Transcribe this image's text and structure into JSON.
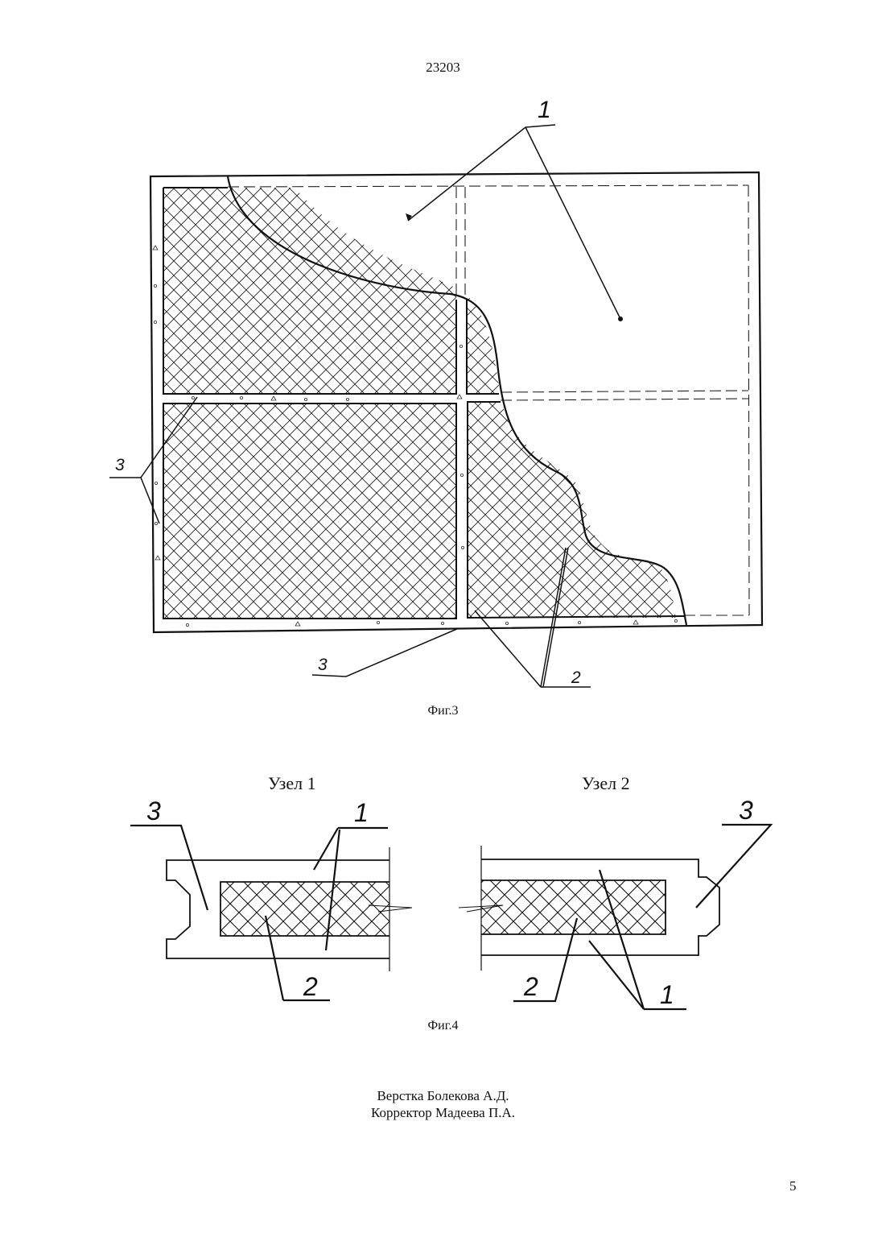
{
  "header": {
    "document_number": "23203"
  },
  "figure3": {
    "caption": "Фиг.3",
    "labels": {
      "panel": "1",
      "insulation": "2",
      "frame_left": "3",
      "frame_bottom": "3"
    }
  },
  "figure4": {
    "caption": "Фиг.4",
    "node1": {
      "title": "Узел 1",
      "label_frame": "3",
      "label_panel": "1",
      "label_insulation": "2"
    },
    "node2": {
      "title": "Узел 2",
      "label_frame": "3",
      "label_panel": "1",
      "label_insulation": "2"
    }
  },
  "footer": {
    "layout_credit": "Верстка Болекова А.Д.",
    "proofreader_credit": "Корректор Мадеева П.А.",
    "page_number": "5"
  }
}
